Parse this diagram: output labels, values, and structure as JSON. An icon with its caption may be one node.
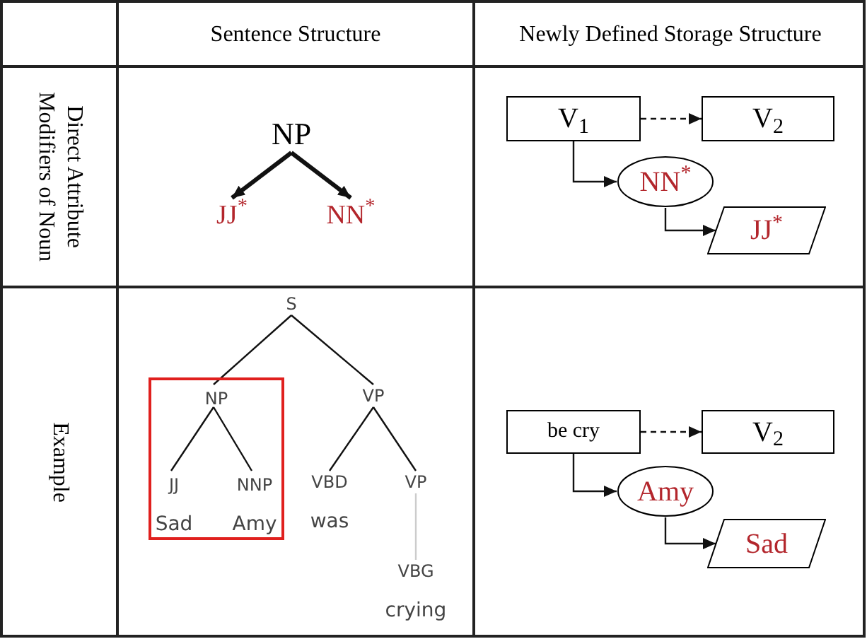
{
  "diagram": {
    "nodes": [
      {
        "text": [
          "NP"
        ]
      },
      {
        "text": [
          "JJ$^{*}$"
        ]
      },
      {
        "text": [
          "NN$^{*}$"
        ]
      },
      {
        "text": [
          "V$_{1}$"
        ]
      },
      {
        "text": [
          "V$_{2}$"
        ]
      },
      {
        "text": [
          "NN$^{*}$"
        ]
      },
      {
        "text": [
          "JJ$^{*}$"
        ]
      },
      {
        "text": [
          "S"
        ]
      },
      {
        "text": [],
        "shape": "box"
      },
      {
        "text": [
          "NP"
        ],
        "in": 8
      },
      {
        "text": [
          "VP"
        ]
      },
      {
        "text": [
          "JJ"
        ],
        "in": 8,
        "beside": [
          "Sad"
        ]
      },
      {
        "text": [
          "NNP"
        ],
        "in": 8,
        "beside": [
          "Amy"
        ]
      },
      {
        "text": [
          "VBD"
        ],
        "beside": [
          "was"
        ]
      },
      {
        "text": [
          "VP"
        ]
      },
      {
        "text": [
          "VBG"
        ],
        "beside": [
          "crying"
        ]
      },
      {
        "text": [
          "be cry"
        ]
      },
      {
        "text": [
          "V$_{2}$"
        ]
      },
      {
        "text": [
          "Amy"
        ]
      },
      {
        "text": [
          "Sad"
        ]
      }
    ],
    "edges": [
      {
        "from": 0,
        "to": 1,
        "arrow": "to",
        "style": "thick"
      },
      {
        "from": 0,
        "to": 2,
        "arrow": "to",
        "style": "thick"
      },
      {
        "from": 3,
        "to": 4,
        "arrow": "to",
        "style": "dashed"
      },
      {
        "from": 3,
        "to": 5,
        "arrow": "to"
      },
      {
        "from": 5,
        "to": 6,
        "arrow": "to"
      },
      {
        "from": 7,
        "to": 9,
        "arrow": "none"
      },
      {
        "from": 7,
        "to": 10,
        "arrow": "none"
      },
      {
        "from": 9,
        "to": 11,
        "arrow": "none"
      },
      {
        "from": 9,
        "to": 12,
        "arrow": "none"
      },
      {
        "from": 10,
        "to": 13,
        "arrow": "none"
      },
      {
        "from": 10,
        "to": 14,
        "arrow": "none"
      },
      {
        "from": 14,
        "to": 15,
        "arrow": "none",
        "color": "#cccccc"
      },
      {
        "from": 16,
        "to": 17,
        "arrow": "to",
        "style": "dashed"
      },
      {
        "from": 16,
        "to": 18,
        "arrow": "to"
      },
      {
        "from": 18,
        "to": 19,
        "arrow": "to"
      }
    ],
    "labels": [
      "Sentence Structure",
      "Newly Defined Storage Structure",
      "Direct Attribute Modifiers of Noun",
      "Example"
    ]
  }
}
